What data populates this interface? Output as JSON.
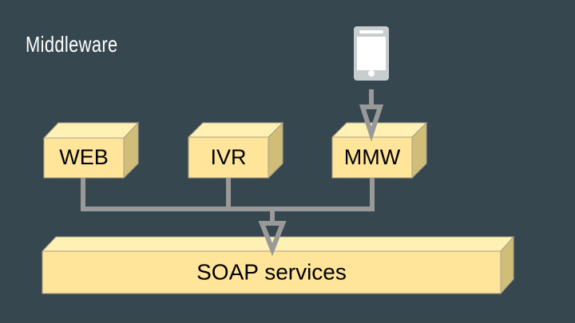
{
  "title": "Middleware",
  "colors": {
    "background": "#37474f",
    "box_front": "#ffe599",
    "box_top": "#fff0b3",
    "box_side": "#d0bd78",
    "box_stroke": "#a8a08a",
    "connector": "#999999",
    "phone_body": "#c8cdd0",
    "phone_screen": "#ffffff"
  },
  "nodes": {
    "web": {
      "label": "WEB"
    },
    "ivr": {
      "label": "IVR"
    },
    "mmw": {
      "label": "MMW"
    },
    "soap": {
      "label": "SOAP services"
    },
    "mobile": {
      "icon": "mobile-phone-icon"
    }
  },
  "edges": [
    {
      "from": "mobile",
      "to": "mmw",
      "arrow": "hollow-triangle"
    },
    {
      "from": "web",
      "to": "soap",
      "arrow": "hollow-triangle"
    },
    {
      "from": "ivr",
      "to": "soap",
      "arrow": "hollow-triangle"
    },
    {
      "from": "mmw",
      "to": "soap",
      "arrow": "hollow-triangle"
    }
  ]
}
